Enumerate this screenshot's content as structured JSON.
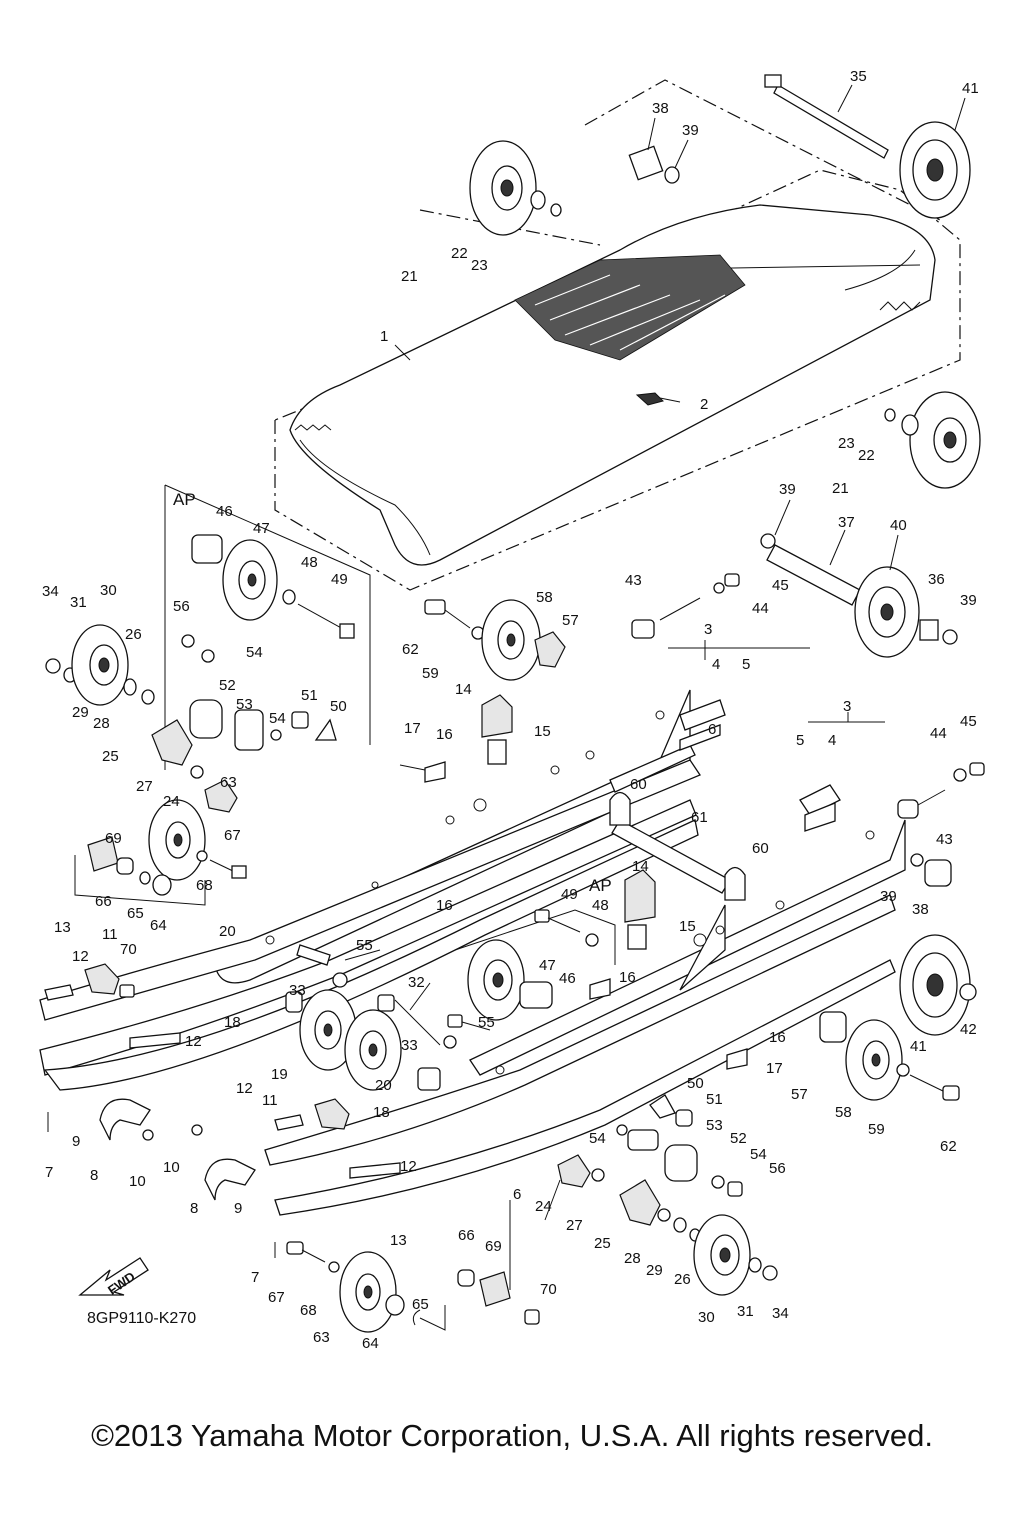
{
  "diagram": {
    "callouts": [
      {
        "text": "35"
      },
      {
        "text": "41"
      },
      {
        "text": "38"
      },
      {
        "text": "39"
      },
      {
        "text": "22"
      },
      {
        "text": "23"
      },
      {
        "text": "21"
      },
      {
        "text": "1"
      },
      {
        "text": "2"
      },
      {
        "text": "23"
      },
      {
        "text": "22"
      },
      {
        "text": "21"
      },
      {
        "text": "39"
      },
      {
        "text": "37"
      },
      {
        "text": "40"
      },
      {
        "text": "43"
      },
      {
        "text": "45"
      },
      {
        "text": "44"
      },
      {
        "text": "36"
      },
      {
        "text": "39"
      },
      {
        "text": "46"
      },
      {
        "text": "47"
      },
      {
        "text": "48"
      },
      {
        "text": "49"
      },
      {
        "text": "34"
      },
      {
        "text": "31"
      },
      {
        "text": "30"
      },
      {
        "text": "56"
      },
      {
        "text": "54"
      },
      {
        "text": "26"
      },
      {
        "text": "29"
      },
      {
        "text": "28"
      },
      {
        "text": "52"
      },
      {
        "text": "53"
      },
      {
        "text": "51"
      },
      {
        "text": "50"
      },
      {
        "text": "54"
      },
      {
        "text": "25"
      },
      {
        "text": "27"
      },
      {
        "text": "24"
      },
      {
        "text": "63"
      },
      {
        "text": "67"
      },
      {
        "text": "69"
      },
      {
        "text": "66"
      },
      {
        "text": "65"
      },
      {
        "text": "64"
      },
      {
        "text": "68"
      },
      {
        "text": "58"
      },
      {
        "text": "57"
      },
      {
        "text": "62"
      },
      {
        "text": "59"
      },
      {
        "text": "14"
      },
      {
        "text": "17"
      },
      {
        "text": "16"
      },
      {
        "text": "15"
      },
      {
        "text": "3"
      },
      {
        "text": "4"
      },
      {
        "text": "5"
      },
      {
        "text": "6"
      },
      {
        "text": "60"
      },
      {
        "text": "61"
      },
      {
        "text": "60"
      },
      {
        "text": "3"
      },
      {
        "text": "5"
      },
      {
        "text": "4"
      },
      {
        "text": "45"
      },
      {
        "text": "44"
      },
      {
        "text": "43"
      },
      {
        "text": "39"
      },
      {
        "text": "38"
      },
      {
        "text": "16"
      },
      {
        "text": "14"
      },
      {
        "text": "49"
      },
      {
        "text": "48"
      },
      {
        "text": "15"
      },
      {
        "text": "16"
      },
      {
        "text": "13"
      },
      {
        "text": "11"
      },
      {
        "text": "12"
      },
      {
        "text": "70"
      },
      {
        "text": "20"
      },
      {
        "text": "55"
      },
      {
        "text": "33"
      },
      {
        "text": "32"
      },
      {
        "text": "18"
      },
      {
        "text": "12"
      },
      {
        "text": "19"
      },
      {
        "text": "47"
      },
      {
        "text": "46"
      },
      {
        "text": "55"
      },
      {
        "text": "33"
      },
      {
        "text": "20"
      },
      {
        "text": "18"
      },
      {
        "text": "41"
      },
      {
        "text": "42"
      },
      {
        "text": "16"
      },
      {
        "text": "17"
      },
      {
        "text": "57"
      },
      {
        "text": "58"
      },
      {
        "text": "59"
      },
      {
        "text": "62"
      },
      {
        "text": "9"
      },
      {
        "text": "7"
      },
      {
        "text": "8"
      },
      {
        "text": "10"
      },
      {
        "text": "10"
      },
      {
        "text": "8"
      },
      {
        "text": "9"
      },
      {
        "text": "12"
      },
      {
        "text": "11"
      },
      {
        "text": "50"
      },
      {
        "text": "51"
      },
      {
        "text": "53"
      },
      {
        "text": "54"
      },
      {
        "text": "52"
      },
      {
        "text": "54"
      },
      {
        "text": "56"
      },
      {
        "text": "6"
      },
      {
        "text": "24"
      },
      {
        "text": "27"
      },
      {
        "text": "25"
      },
      {
        "text": "28"
      },
      {
        "text": "29"
      },
      {
        "text": "26"
      },
      {
        "text": "12"
      },
      {
        "text": "13"
      },
      {
        "text": "7"
      },
      {
        "text": "67"
      },
      {
        "text": "68"
      },
      {
        "text": "63"
      },
      {
        "text": "64"
      },
      {
        "text": "65"
      },
      {
        "text": "66"
      },
      {
        "text": "69"
      },
      {
        "text": "70"
      },
      {
        "text": "30"
      },
      {
        "text": "31"
      },
      {
        "text": "34"
      }
    ],
    "group_labels": [
      {
        "text": "AP"
      },
      {
        "text": "AP"
      }
    ],
    "arrow_label": "FWD",
    "drawing_code": "8GP9110-K270"
  },
  "copyright": "©2013 Yamaha Motor Corporation, U.S.A. All rights reserved."
}
